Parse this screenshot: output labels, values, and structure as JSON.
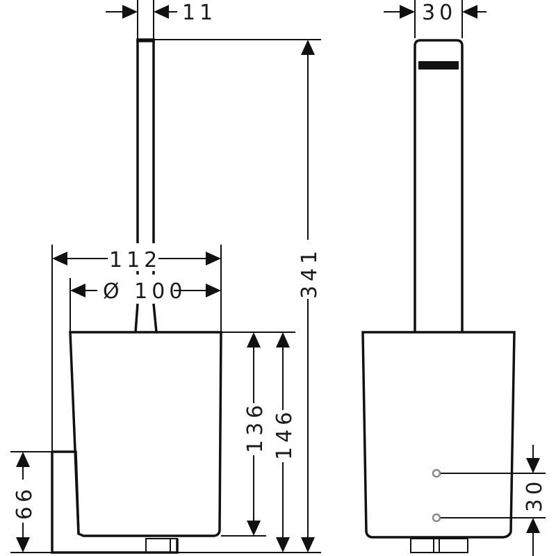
{
  "drawing": {
    "title": "Toilet brush holder – dimensional drawing",
    "units": "mm",
    "front_view": {
      "handle_width": "11",
      "overall_width": "112",
      "container_diameter": "Ø 100",
      "container_height": "136",
      "base_height": "146",
      "total_height": "341",
      "wall_bracket_height": "66"
    },
    "side_view": {
      "handle_depth": "30",
      "mounting_hole_spacing": "30"
    }
  }
}
